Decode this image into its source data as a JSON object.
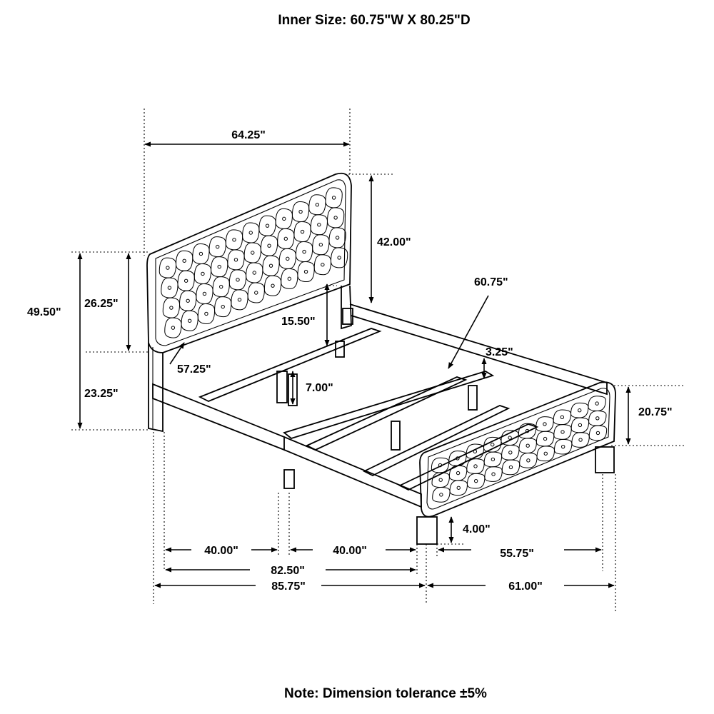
{
  "header": {
    "inner_size": "Inner Size: 60.75\"W X 80.25\"D"
  },
  "footer": {
    "note": "Note: Dimension tolerance ±5%"
  },
  "dimensions": {
    "headboard_width": "64.25\"",
    "headboard_height": "42.00\"",
    "total_height": "49.50\"",
    "headboard_panel_height": "26.25\"",
    "floor_to_panel": "23.25\"",
    "headboard_clearance": "15.50\"",
    "rail_length": "57.25\"",
    "slat_length": "60.75\"",
    "rail_height": "3.25\"",
    "center_leg": "7.00\"",
    "footboard_height": "20.75\"",
    "leg_height": "4.00\"",
    "half_length_1": "40.00\"",
    "half_length_2": "40.00\"",
    "inner_length": "82.50\"",
    "overall_length": "85.75\"",
    "footboard_inner_width": "55.75\"",
    "overall_width": "61.00\""
  },
  "colors": {
    "line": "#000000",
    "background": "#ffffff"
  }
}
